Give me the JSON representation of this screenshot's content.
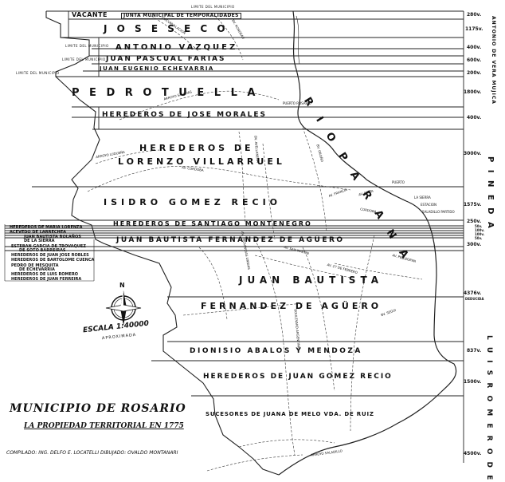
{
  "title": {
    "line1": "MUNICIPIO DE ROSARIO",
    "line2": "LA PROPIEDAD TERRITORIAL EN 1775",
    "line3": "COMPILADO: ING. DELFO E. LOCATELLI   DIBUJADO: OVALDO MONTANARI"
  },
  "scale": {
    "label": "ESCALA 1:40000",
    "sublabel": "APROXIMADA"
  },
  "compass": {
    "north": "N"
  },
  "owners": {
    "vacante": "VACANTE",
    "junta": "JUNTA MUNICIPAL DE TEMPORALIDADES",
    "jose_seco": "J O S E   S E C O",
    "antonio_vazquez": "ANTONIO VAZQUEZ",
    "juan_pascual_farias": "JUAN PASCUAL FARIAS",
    "juan_eugenio_echevarria": "JUAN EUGENIO ECHEVARRIA",
    "pedro_tuella": "P E D R O   T U E L L A",
    "herederos_jose_morales": "HEREDEROS DE JOSE MORALES",
    "herederos_de": "HEREDEROS DE",
    "lorenzo_villaruel": "LORENZO   VILLARRUEL",
    "isidro_gomez_recio": "ISIDRO GOMEZ RECIO",
    "herederos_santiago_montenegro": "HEREDEROS DE SANTIAGO MONTENEGRO",
    "juan_bautista_fernandez_aguero": "JUAN BAUTISTA FERNANDEZ DE AGÜERO",
    "juan_bautista": "JUAN   BAUTISTA",
    "fernandez_aguero": "FERNANDEZ DE AGÜERO",
    "dionisio_abalos_mendoza": "DIONISIO ABALOS Y MENDOZA",
    "herederos_juan_gomez_recio": "HEREDEROS DE JUAN GOMEZ RECIO",
    "sucesores_juana_melo": "SUCESORES DE JUANA DE MELO VDA. DE RUIZ"
  },
  "side_owners": [
    "HEREDEROS DE MARIA LORENZA",
    "ACEVEDO DE LARRECHEA",
    "JUAN BAUTISTA BOLAÑOS",
    "DE LA SIERRA",
    "ESTEBAN GARCIA DE TROVAQUEZ",
    "DE SOTO BARREIRAS",
    "HEREDEROS DE JUAN JOSE ROBLES",
    "HEREDEROS DE BARTOLOME CUENCA",
    "PEDRO DE MESQUITA",
    "DE ECHEVARRIA",
    "HEREDEROS DE LUIS ROMERO",
    "HEREDEROS DE JUAN FERREIRA"
  ],
  "river": {
    "name": "R I O   P A R A N A"
  },
  "east_labels": {
    "antonio_vera_mujica": "ANTONIO DE VERA MUJICA",
    "pineda": "P I N E D A",
    "luis_romero": "L U I S   R O M E R O   D E"
  },
  "dimensions": [
    "280v.",
    "1175v.",
    "400v.",
    "600v.",
    "200v.",
    "1800v.",
    "400v.",
    "3000v.",
    "1575v.",
    "250v.",
    "50v.",
    "100v.",
    "100v.",
    "50v.",
    "300v.",
    "4376v.",
    "837v.",
    "1500v.",
    "4500v."
  ],
  "dimension_notes": {
    "deducida": "DEDUCIDA"
  },
  "limit_labels": [
    "LIMITE DEL MUNICIPIO",
    "LIMITE DEL MUNICIPIO",
    "LIMITE DEL MUNICIPIO",
    "LIMITE DEL MUNICIPIO"
  ],
  "streets": [
    "AV. CORDOBA",
    "AV. SALTA",
    "CORDOBA",
    "AV. PELLEGRINI",
    "AV. 27 DE FEBRERO",
    "ARROYO SALUDAS",
    "ARROYO LUDUEÑA",
    "ARROYO SALADILLO",
    "BV. SEGUI",
    "BV. OROÑO",
    "BV. AVELLANEDA",
    "CIRCUNVALACION",
    "AV. FRANCIA",
    "AV. PROVINCIAS UNIDAS",
    "AV. SAN MARTIN",
    "BV. RONDEAU",
    "BOULEVARD ARGENTINA",
    "ESTACION"
  ],
  "places": {
    "puerto_rosario": "PUERTO ROSARIO",
    "puerto": "PUERTO",
    "la_sierra": "LA SIERRA",
    "saladillo": "SALADILLO PARTIDO"
  }
}
